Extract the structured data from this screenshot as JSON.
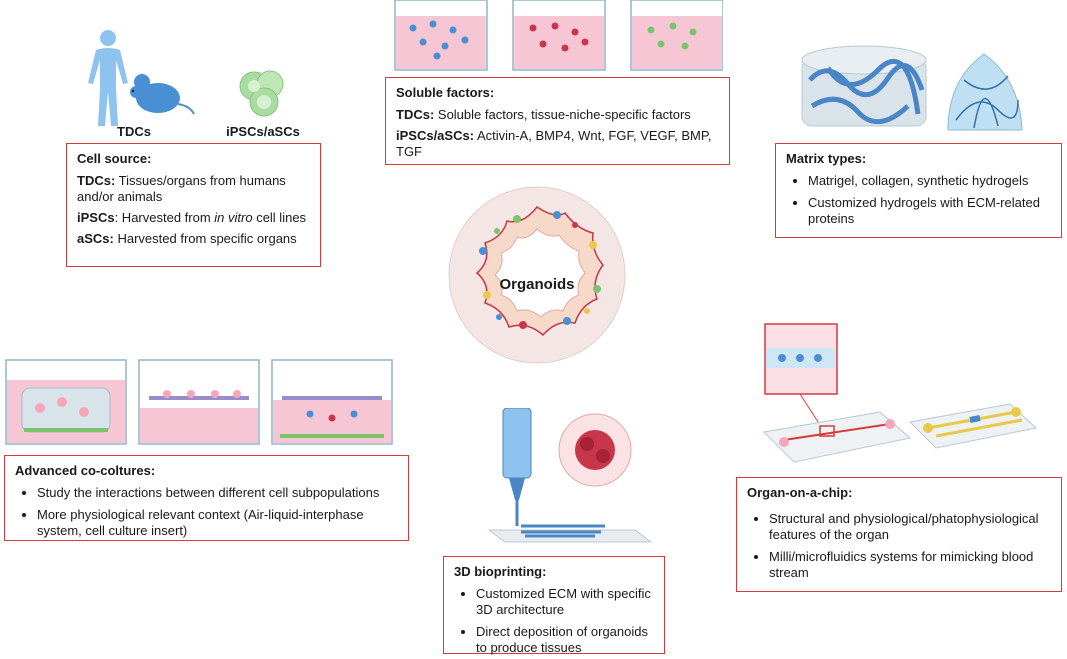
{
  "center": {
    "label": "Organoids"
  },
  "cell_source": {
    "icon_labels": {
      "tdcs": "TDCs",
      "ipscs": "iPSCs/aSCs"
    },
    "title": "Cell source:",
    "tdcs_term": "TDCs:",
    "tdcs_text": " Tissues/organs from humans and/or animals",
    "ipscs_term": "iPSCs",
    "ipscs_pre": ": Harvested from ",
    "ipscs_italic": "in vitro",
    "ipscs_post": " cell lines",
    "ascs_term": "aSCs:",
    "ascs_text": " Harvested from specific organs"
  },
  "soluble_factors": {
    "title": "Soluble factors:",
    "tdcs_term": "TDCs:",
    "tdcs_text": " Soluble factors, tissue-niche-specific factors",
    "ipscs_term": "iPSCs/aSCs:",
    "ipscs_text": " Activin-A, BMP4, Wnt, FGF, VEGF, BMP, TGF"
  },
  "matrix_types": {
    "title": "Matrix types:",
    "items": [
      "Matrigel, collagen, synthetic hydrogels",
      "Customized hydrogels with ECM-related proteins"
    ]
  },
  "co_cultures": {
    "title": "Advanced co-coltures:",
    "items": [
      "Study the interactions between different cell subpopulations",
      "More physiological relevant context (Air-liquid-interphase system, cell culture insert)"
    ]
  },
  "bioprinting": {
    "title": "3D bioprinting:",
    "items": [
      "Customized ECM with specific 3D architecture",
      "Direct deposition of organoids to produce tissues"
    ]
  },
  "organ_chip": {
    "title": "Organ-on-a-chip:",
    "items": [
      "Structural and physiological/phatophysiological features of the organ",
      "Milli/microfluidics systems for mimicking blood stream"
    ]
  },
  "colors": {
    "box_border": "#d63a3a",
    "medium_pink": "#f7c6d4",
    "cell_green": "#a8dca0",
    "hydrogel_blue": "#4a86c5"
  }
}
